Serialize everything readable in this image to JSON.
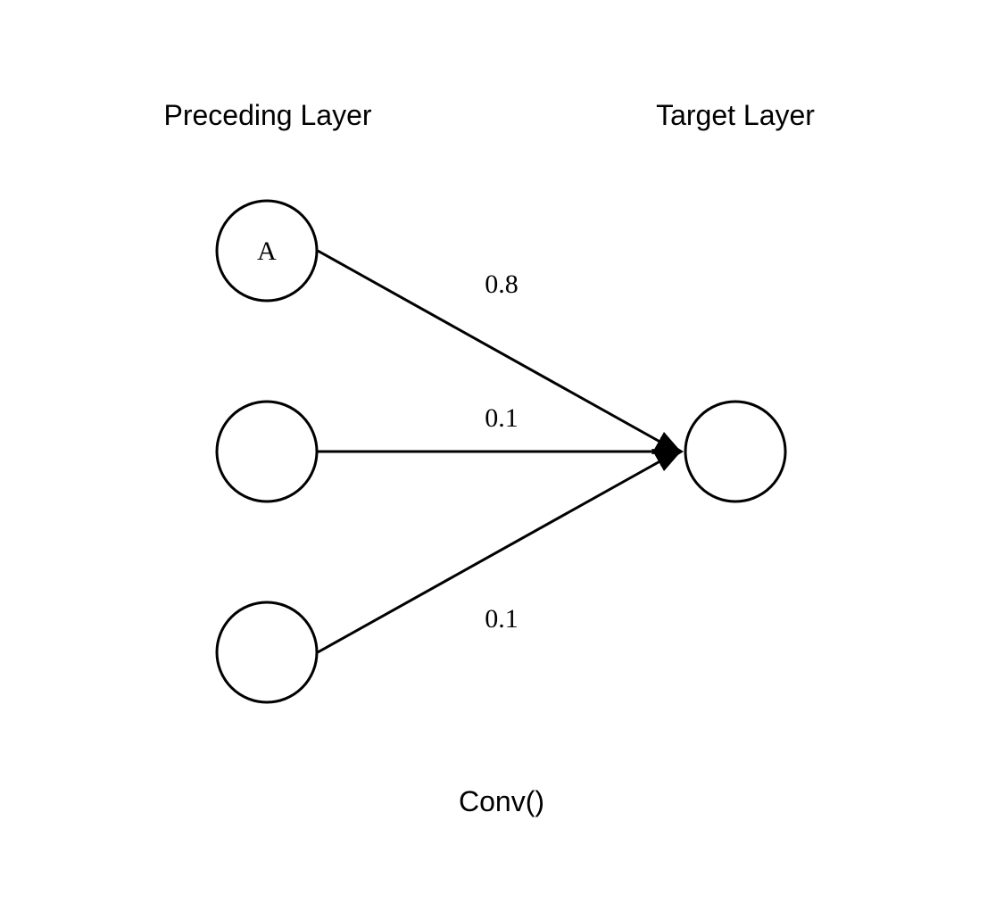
{
  "headings": {
    "preceding": "Preceding Layer",
    "target": "Target Layer"
  },
  "nodes": {
    "input_1": "A",
    "input_2": "",
    "input_3": "",
    "output": ""
  },
  "edges": {
    "w1": "0.8",
    "w2": "0.1",
    "w3": "0.1"
  },
  "operation": "Conv()",
  "colors": {
    "stroke": "#000000",
    "background": "#ffffff"
  }
}
